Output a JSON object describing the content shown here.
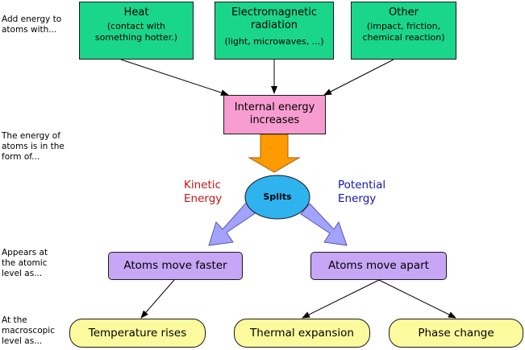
{
  "side_labels": {
    "add_energy": [
      "Add energy to",
      "atoms with..."
    ],
    "energy_form": [
      "The energy of",
      "atoms is in the",
      "form of..."
    ],
    "atomic": [
      "Appears at",
      "the atomic",
      "level as..."
    ],
    "macroscopic": [
      "At the",
      "macroscopic",
      "level as..."
    ]
  },
  "sources": {
    "heat": {
      "title": "Heat",
      "sub": [
        "(contact with",
        "something hotter.)"
      ]
    },
    "em": {
      "title": [
        "Electromagnetic",
        "radiation"
      ],
      "sub": "(light, microwaves, ...)"
    },
    "other": {
      "title": "Other",
      "sub": [
        "(impact, friction,",
        "chemical reaction)"
      ]
    }
  },
  "internal": [
    "Internal energy",
    "increases"
  ],
  "splits": "Splits",
  "kinetic": [
    "Kinetic",
    "Energy"
  ],
  "potential": [
    "Potential",
    "Energy"
  ],
  "atomic": {
    "faster": "Atoms move faster",
    "apart": "Atoms move apart"
  },
  "macro": {
    "temp": "Temperature rises",
    "thermal": "Thermal expansion",
    "phase": "Phase change"
  },
  "colors": {
    "source_fill": "#19d68a",
    "internal_fill": "#f79cd0",
    "splits_fill": "#2fb3ef",
    "atomic_fill": "#c7a6f5",
    "macro_fill": "#fbfb9e",
    "orange_arrow": "#ff9a00",
    "blue_arrow": "#a2a2ff",
    "kinetic_text": "#c81414",
    "potential_text": "#1414b4"
  }
}
